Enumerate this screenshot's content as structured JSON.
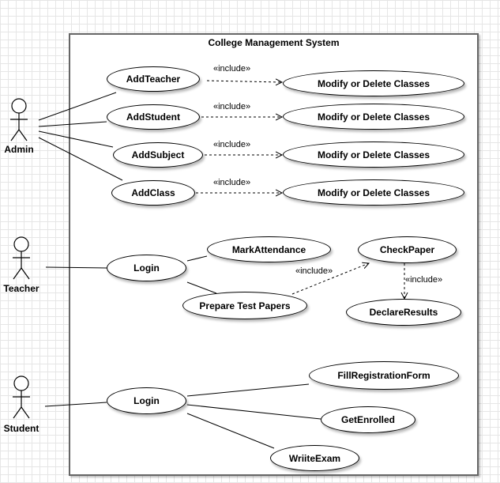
{
  "system": {
    "title": "College Management System"
  },
  "actors": {
    "admin": "Admin",
    "teacher": "Teacher",
    "student": "Student"
  },
  "admin_cases": {
    "add_teacher": "AddTeacher",
    "add_student": "AddStudent",
    "add_subject": "AddSubject",
    "add_class": "AddClass"
  },
  "modify_cases": [
    "Modify or Delete Classes",
    "Modify or Delete Classes",
    "Modify or Delete Classes",
    "Modify or Delete Classes"
  ],
  "teacher_cases": {
    "login": "Login",
    "mark_attendance": "MarkAttendance",
    "prepare_papers": "Prepare Test Papers",
    "check_paper": "CheckPaper",
    "declare_results": "DeclareResults"
  },
  "student_cases": {
    "login": "Login",
    "fill_form": "FillRegistrationForm",
    "get_enrolled": "GetEnrolled",
    "write_exam": "WriiteExam"
  },
  "stereotype": "«include»"
}
